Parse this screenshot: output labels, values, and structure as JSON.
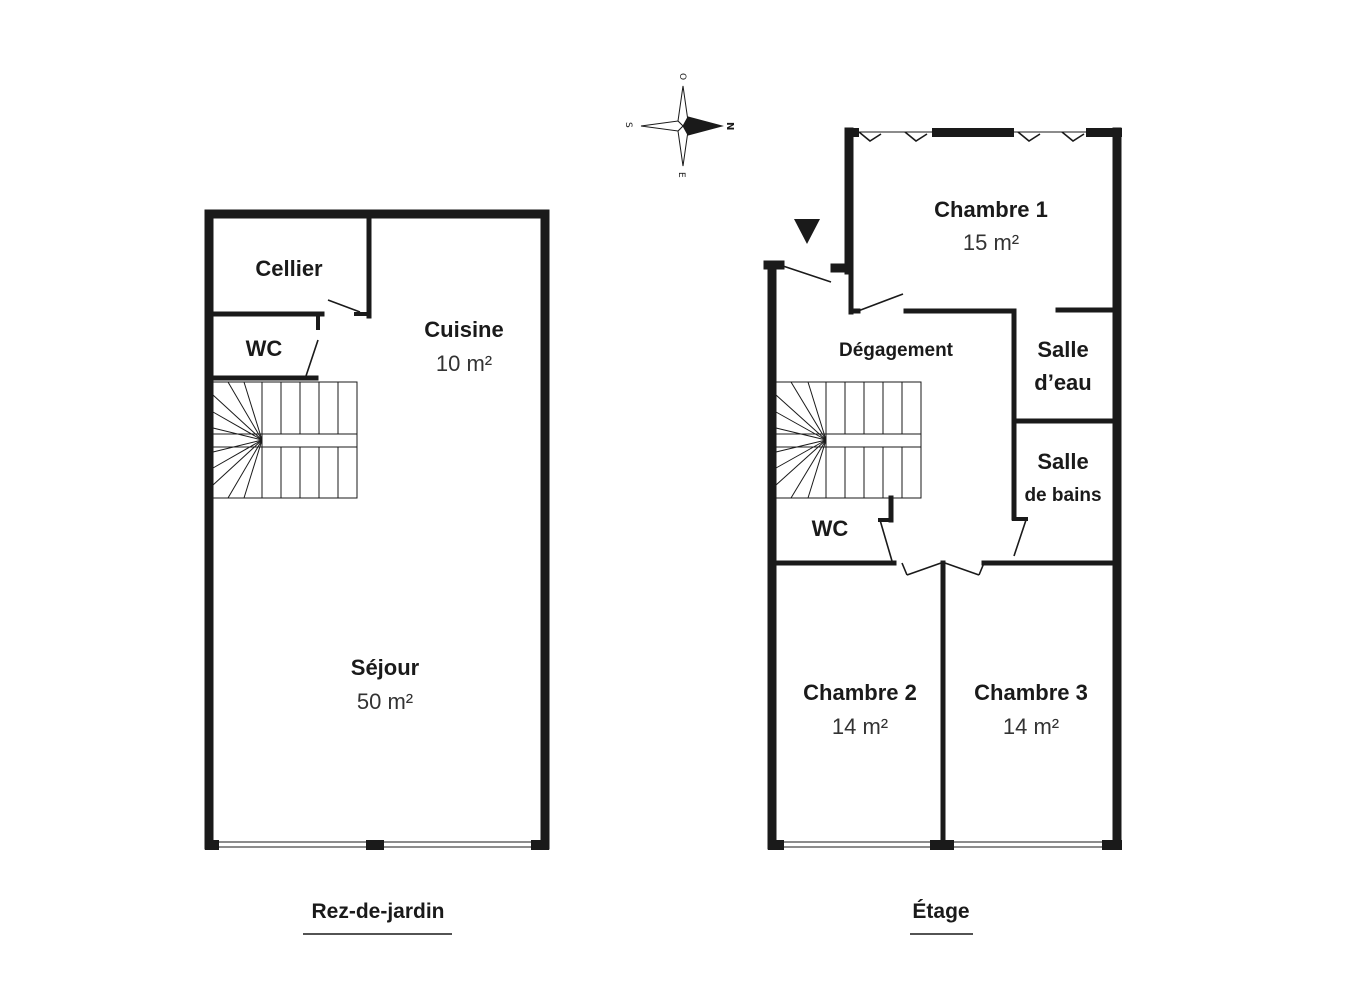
{
  "compass": {
    "north": "N",
    "south": "S",
    "east": "E",
    "west": "O"
  },
  "ground_floor": {
    "title": "Rez-de-jardin",
    "rooms": [
      {
        "name": "Cellier",
        "area": ""
      },
      {
        "name": "WC",
        "area": ""
      },
      {
        "name": "Cuisine",
        "area": "10 m²"
      },
      {
        "name": "Séjour",
        "area": "50 m²"
      }
    ]
  },
  "upper_floor": {
    "title": "Étage",
    "rooms": [
      {
        "name": "Chambre 1",
        "area": "15 m²"
      },
      {
        "name": "Dégagement",
        "area": ""
      },
      {
        "name": "Salle",
        "name2": "d’eau",
        "area": ""
      },
      {
        "name": "Salle",
        "name2": "de bains",
        "area": ""
      },
      {
        "name": "WC",
        "area": ""
      },
      {
        "name": "Chambre 2",
        "area": "14 m²"
      },
      {
        "name": "Chambre 3",
        "area": "14 m²"
      }
    ]
  }
}
